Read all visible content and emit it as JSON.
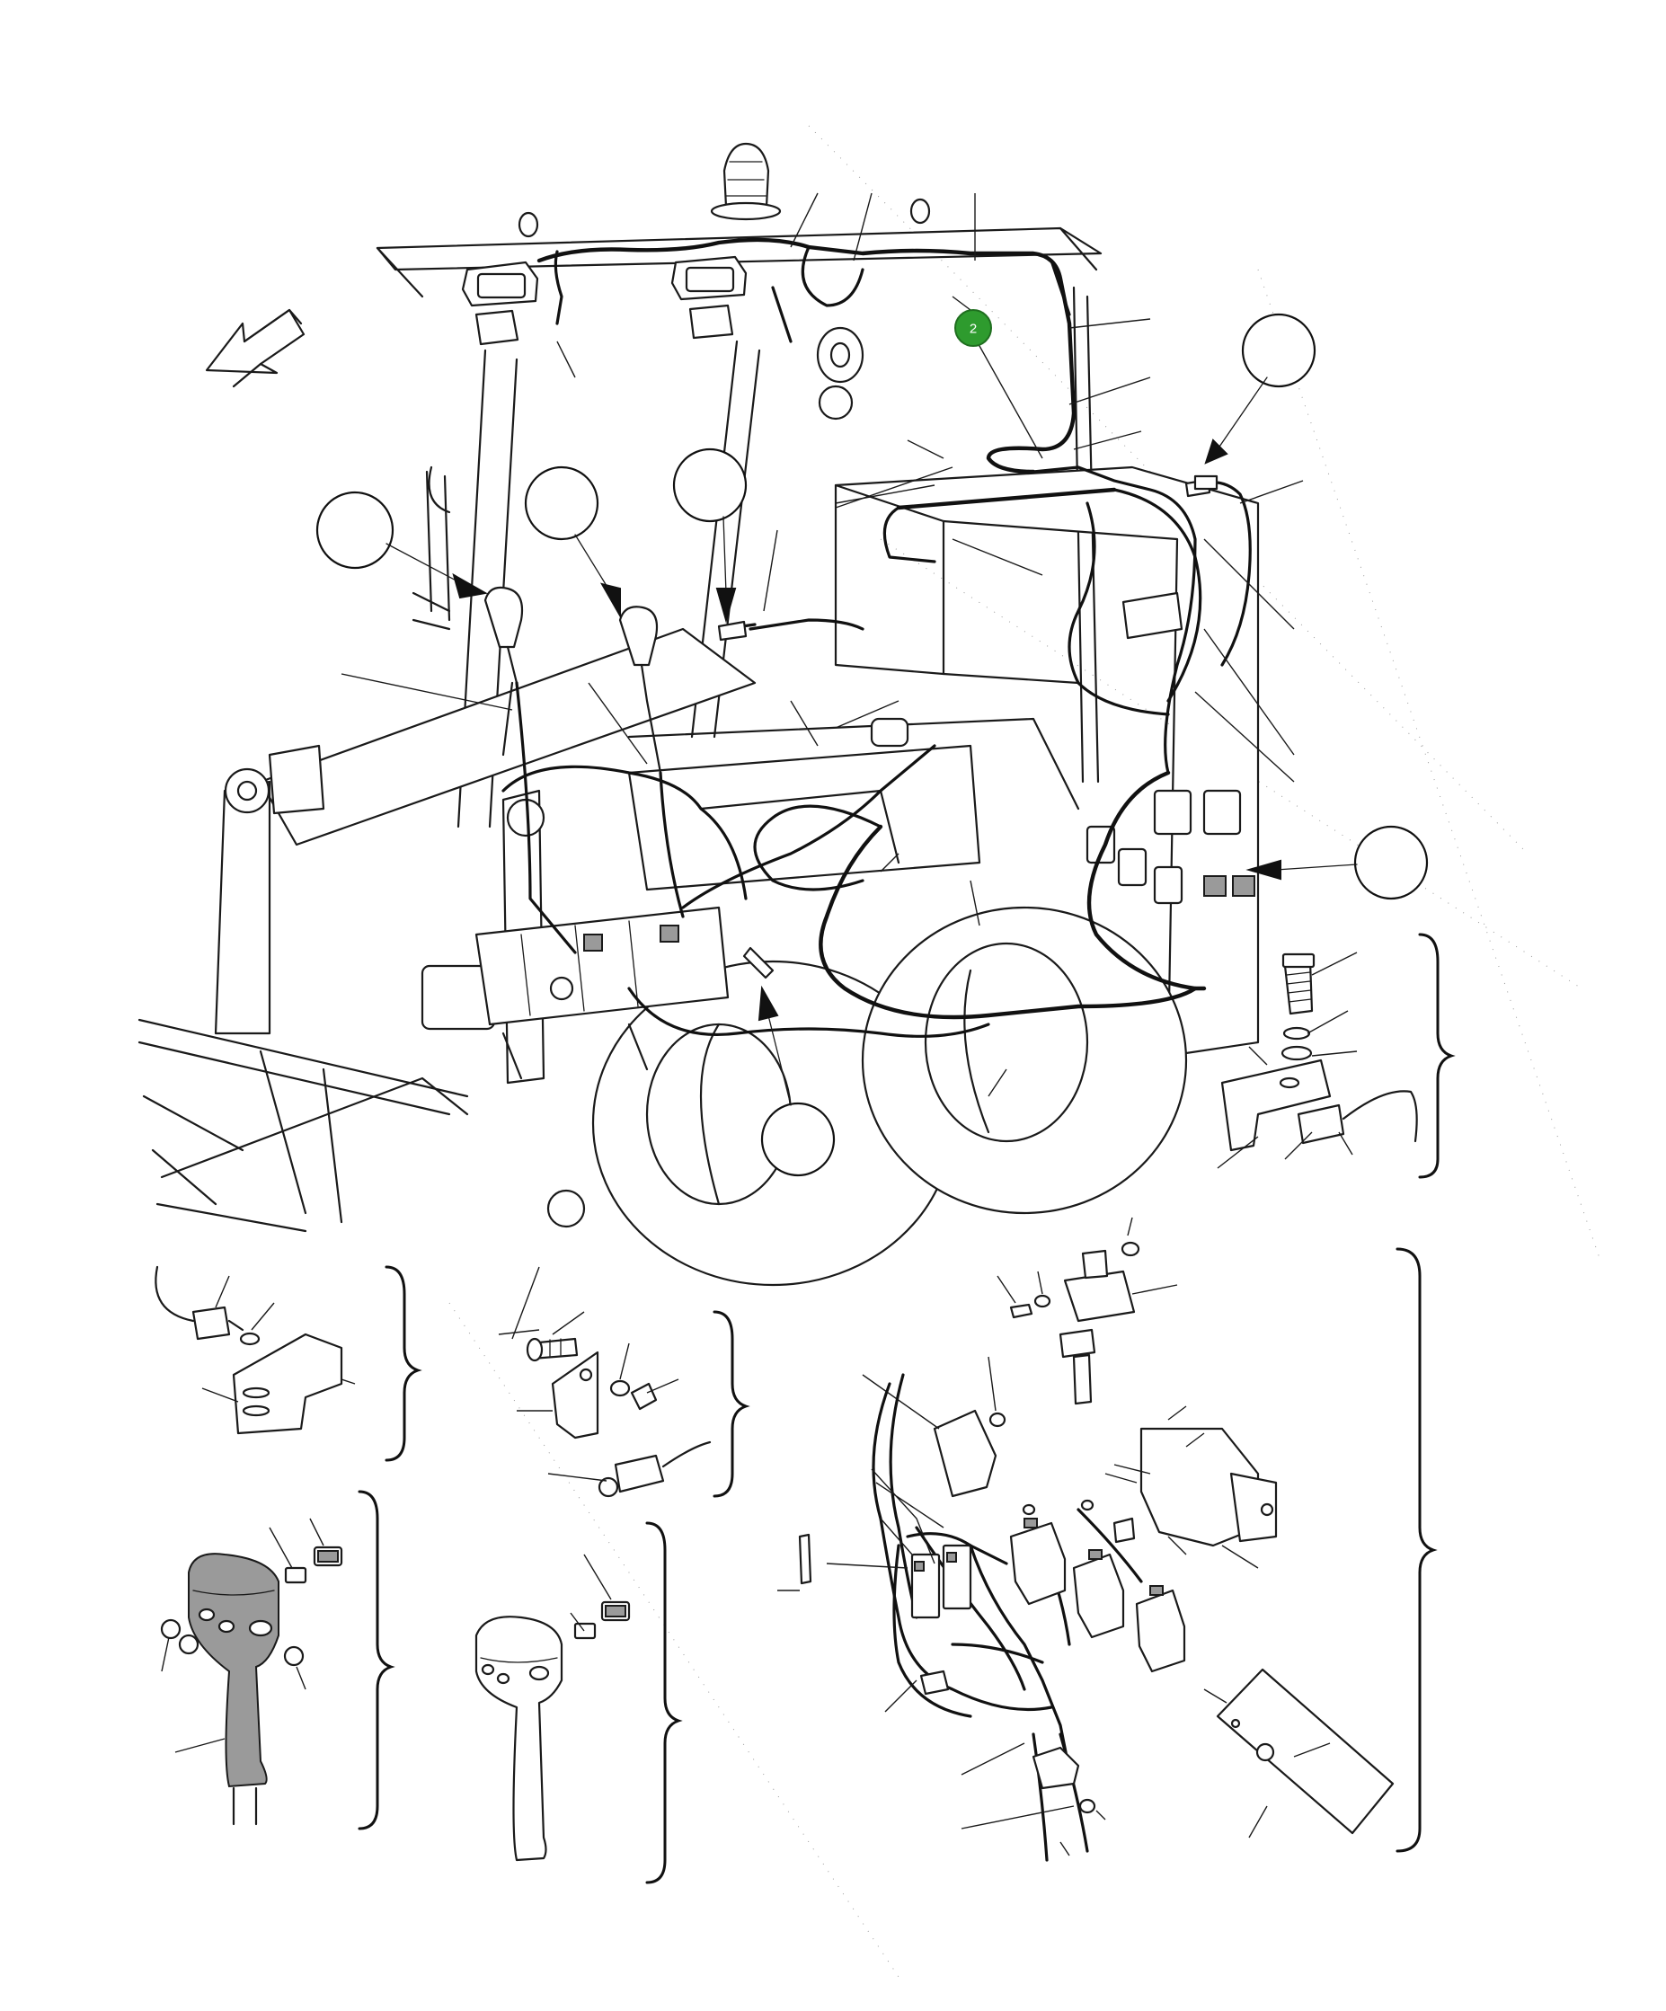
{
  "diagram": {
    "highlight": {
      "label": "2",
      "color": "#2e9b2e"
    },
    "callout_markers": [
      {
        "id": "callout-roof-switch"
      },
      {
        "id": "callout-handle-left"
      },
      {
        "id": "callout-handle-right"
      },
      {
        "id": "callout-sensor-cab"
      },
      {
        "id": "callout-relay-panel"
      },
      {
        "id": "callout-valve-sensor"
      }
    ],
    "detail_groups": [
      {
        "id": "detail-sensor-bracket"
      },
      {
        "id": "detail-switch-plate"
      },
      {
        "id": "detail-proximity-sensor"
      },
      {
        "id": "detail-joystick-grip-textured"
      },
      {
        "id": "detail-joystick-grip-plain"
      },
      {
        "id": "detail-relay-harness"
      }
    ],
    "colors": {
      "line": "#1a1a1a",
      "background": "#ffffff",
      "highlight": "#2e9b2e"
    }
  }
}
